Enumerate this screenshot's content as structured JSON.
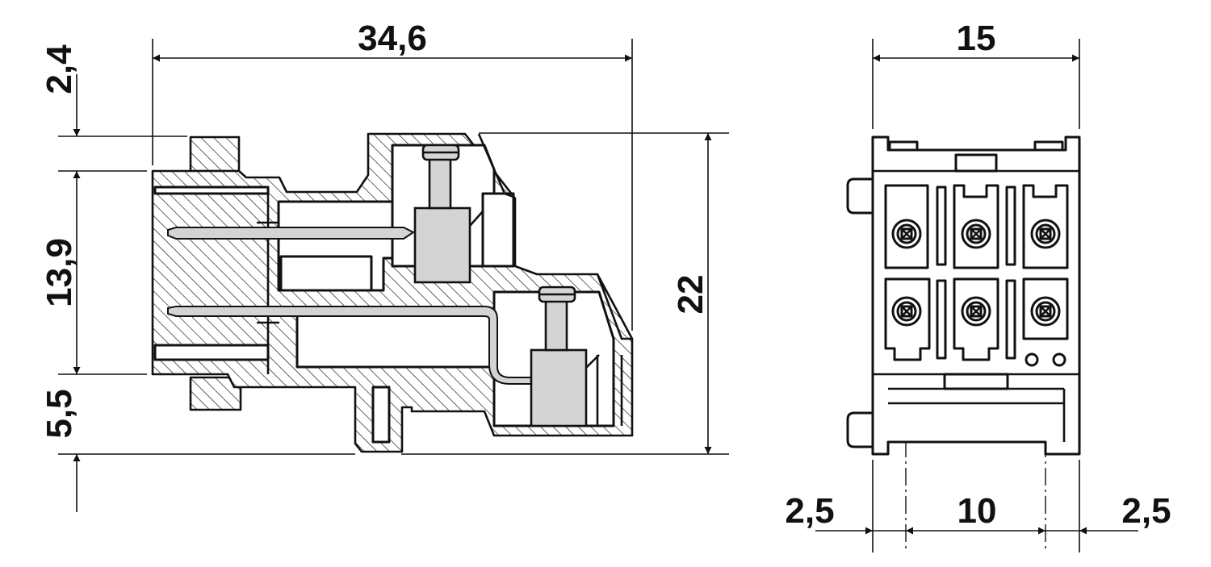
{
  "side_view": {
    "dim_width": "34,6",
    "dim_top_offset": "2,4",
    "dim_middle": "13,9",
    "dim_bottom": "5,5",
    "dim_height": "22"
  },
  "front_view": {
    "dim_width": "15",
    "dim_left": "2,5",
    "dim_pitch": "10",
    "dim_right": "2,5"
  }
}
